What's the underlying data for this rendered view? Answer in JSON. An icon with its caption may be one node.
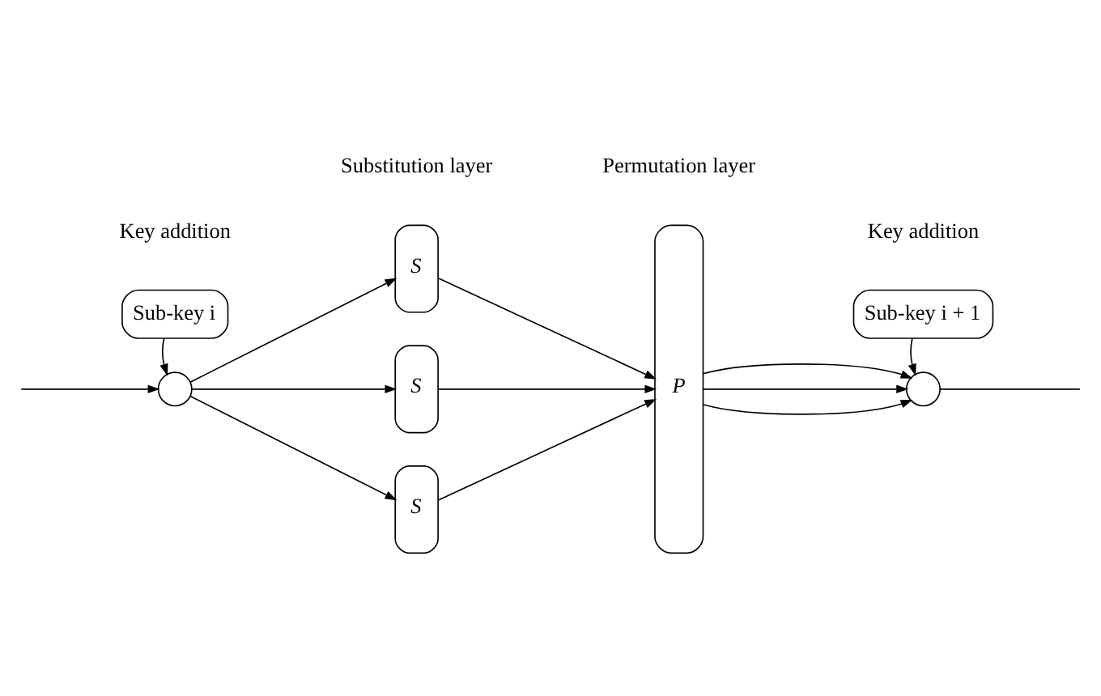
{
  "diagram": {
    "nodes": [
      {
        "text": [
          "Sub-key i"
        ]
      },
      {
        "text": [],
        "shape": "circle"
      },
      {
        "text": [
          "S"
        ]
      },
      {
        "text": [
          "S"
        ]
      },
      {
        "text": [
          "S"
        ]
      },
      {
        "text": [
          "P"
        ]
      },
      {
        "text": [
          "Sub-key i + 1"
        ]
      },
      {
        "text": [],
        "shape": "circle"
      }
    ],
    "edges": [
      {
        "from": null,
        "to": 1,
        "arrow": "to"
      },
      {
        "from": 0,
        "to": 1,
        "arrow": "to"
      },
      {
        "from": 1,
        "to": 2,
        "arrow": "to"
      },
      {
        "from": 1,
        "to": 3,
        "arrow": "to"
      },
      {
        "from": 1,
        "to": 4,
        "arrow": "to"
      },
      {
        "from": 2,
        "to": 5,
        "arrow": "to"
      },
      {
        "from": 3,
        "to": 5,
        "arrow": "to"
      },
      {
        "from": 4,
        "to": 5,
        "arrow": "to"
      },
      {
        "from": 5,
        "to": 7,
        "arrow": "to"
      },
      {
        "from": 5,
        "to": 7,
        "arrow": "to"
      },
      {
        "from": 5,
        "to": 7,
        "arrow": "to"
      },
      {
        "from": 6,
        "to": 7,
        "arrow": "to"
      },
      {
        "from": 7,
        "to": null,
        "arrow": "none"
      }
    ],
    "labels": [
      "Key addition",
      "Substitution layer",
      "Permutation layer",
      "Key addition"
    ]
  }
}
